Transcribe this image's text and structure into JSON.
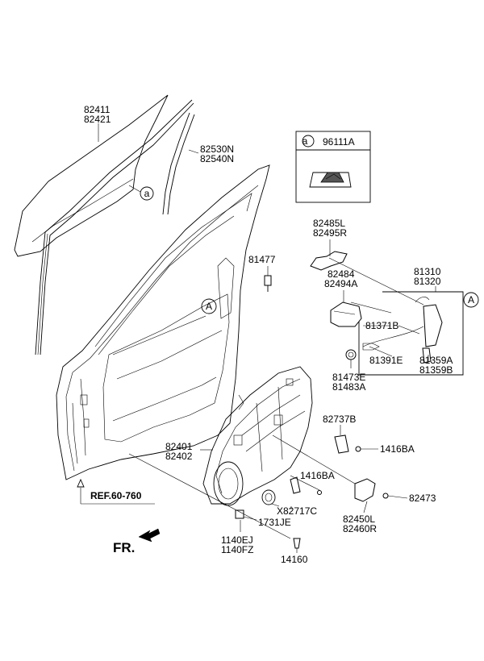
{
  "labels": {
    "p82411": "82411",
    "p82421": "82421",
    "p82530N": "82530N",
    "p82540N": "82540N",
    "callout_a_box": "a",
    "p96111A": "96111A",
    "p82485L": "82485L",
    "p82495R": "82495R",
    "p81477": "81477",
    "p82484": "82484",
    "p82494A": "82494A",
    "p81310": "81310",
    "p81320": "81320",
    "p81371B": "81371B",
    "p81391E": "81391E",
    "p81359A": "81359A",
    "p81359B": "81359B",
    "p81473E": "81473E",
    "p81483A": "81483A",
    "p82737B": "82737B",
    "p1416BA_1": "1416BA",
    "p82401": "82401",
    "p82402": "82402",
    "p1416BA_2": "1416BA",
    "p82473": "82473",
    "pX82717C": "X82717C",
    "p1731JE": "1731JE",
    "p82450L": "82450L",
    "p82460R": "82460R",
    "p1140EJ": "1140EJ",
    "p1140FZ": "1140FZ",
    "p14160": "14160",
    "ref": "REF.60-760",
    "fr": "FR.",
    "callout_a_glass": "a",
    "callout_A_door": "A",
    "callout_A_latch": "A"
  },
  "icons": {
    "direction": "fr-arrow-icon",
    "emblem": "sealant-emblem-icon"
  }
}
